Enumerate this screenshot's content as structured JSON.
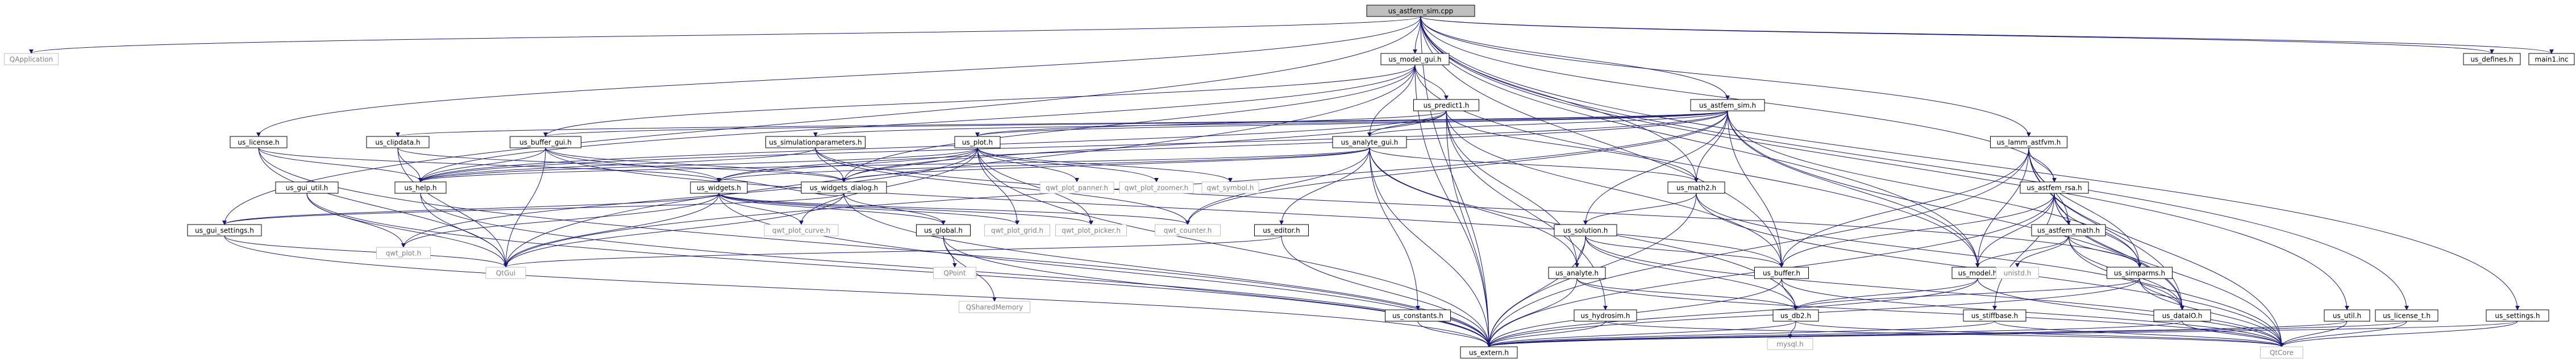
{
  "title": "us_astfem_sim.cpp",
  "colors": {
    "edge": "#191970",
    "root_fill": "#bfbfbf",
    "node_fill": "#ffffff",
    "node_border": "#000000",
    "external_border": "#bfbfbf",
    "external_text": "#7f7f7f"
  },
  "nodes": [
    {
      "id": "root",
      "label": "us_astfem_sim.cpp",
      "kind": "root"
    },
    {
      "id": "qapplication",
      "label": "QApplication",
      "kind": "external"
    },
    {
      "id": "us_model_gui",
      "label": "us_model_gui.h",
      "kind": "local"
    },
    {
      "id": "us_defines",
      "label": "us_defines.h",
      "kind": "local"
    },
    {
      "id": "main1",
      "label": "main1.inc",
      "kind": "local"
    },
    {
      "id": "us_license",
      "label": "us_license.h",
      "kind": "local"
    },
    {
      "id": "us_predict1",
      "label": "us_predict1.h",
      "kind": "local"
    },
    {
      "id": "us_astfem_rsa_sim",
      "label": "us_astfem_sim.h",
      "kind": "local"
    },
    {
      "id": "us_clipdata",
      "label": "us_clipdata.h",
      "kind": "local"
    },
    {
      "id": "us_buffer_gui",
      "label": "us_buffer_gui.h",
      "kind": "local"
    },
    {
      "id": "us_simparams",
      "label": "us_simulationparameters.h",
      "kind": "local"
    },
    {
      "id": "us_plot",
      "label": "us_plot.h",
      "kind": "local"
    },
    {
      "id": "us_analyte_gui",
      "label": "us_analyte_gui.h",
      "kind": "local"
    },
    {
      "id": "us_lamm_astfvm",
      "label": "us_lamm_astfvm.h",
      "kind": "local"
    },
    {
      "id": "us_gui_util",
      "label": "us_gui_util.h",
      "kind": "local"
    },
    {
      "id": "us_help",
      "label": "us_help.h",
      "kind": "local"
    },
    {
      "id": "us_widgets",
      "label": "us_widgets.h",
      "kind": "local"
    },
    {
      "id": "us_widgets_dialog",
      "label": "us_widgets_dialog.h",
      "kind": "local"
    },
    {
      "id": "qwt_plot_panner",
      "label": "qwt_plot_panner.h",
      "kind": "external"
    },
    {
      "id": "qwt_plot_zoomer",
      "label": "qwt_plot_zoomer.h",
      "kind": "external"
    },
    {
      "id": "qwt_symbol",
      "label": "qwt_symbol.h",
      "kind": "external"
    },
    {
      "id": "us_math2",
      "label": "us_math2.h",
      "kind": "local"
    },
    {
      "id": "us_astfem_rsa",
      "label": "us_astfem_rsa.h",
      "kind": "local"
    },
    {
      "id": "us_gui_settings",
      "label": "us_gui_settings.h",
      "kind": "local"
    },
    {
      "id": "qwt_plot",
      "label": "qwt_plot.h",
      "kind": "external"
    },
    {
      "id": "qwt_plot_curve",
      "label": "qwt_plot_curve.h",
      "kind": "external"
    },
    {
      "id": "us_global",
      "label": "us_global.h",
      "kind": "local"
    },
    {
      "id": "qwt_plot_grid",
      "label": "qwt_plot_grid.h",
      "kind": "external"
    },
    {
      "id": "qwt_plot_picker",
      "label": "qwt_plot_picker.h",
      "kind": "external"
    },
    {
      "id": "qwt_counter",
      "label": "qwt_counter.h",
      "kind": "external"
    },
    {
      "id": "us_editor",
      "label": "us_editor.h",
      "kind": "local"
    },
    {
      "id": "us_solution",
      "label": "us_solution.h",
      "kind": "local"
    },
    {
      "id": "us_astfem_math",
      "label": "us_astfem_math.h",
      "kind": "local"
    },
    {
      "id": "qtgui",
      "label": "QtGui",
      "kind": "external"
    },
    {
      "id": "qpoint",
      "label": "QPoint",
      "kind": "external"
    },
    {
      "id": "qsharedmemory",
      "label": "QSharedMemory",
      "kind": "external"
    },
    {
      "id": "us_analyte",
      "label": "us_analyte.h",
      "kind": "local"
    },
    {
      "id": "us_buffer",
      "label": "us_buffer.h",
      "kind": "local"
    },
    {
      "id": "us_model",
      "label": "us_model.h",
      "kind": "local"
    },
    {
      "id": "unistd",
      "label": "unistd.h",
      "kind": "external"
    },
    {
      "id": "us_simparms",
      "label": "us_simparms.h",
      "kind": "local"
    },
    {
      "id": "us_constants",
      "label": "us_constants.h",
      "kind": "local"
    },
    {
      "id": "us_hydrosim",
      "label": "us_hydrosim.h",
      "kind": "local"
    },
    {
      "id": "us_db2",
      "label": "us_db2.h",
      "kind": "local"
    },
    {
      "id": "us_stiffbase",
      "label": "us_stiffbase.h",
      "kind": "local"
    },
    {
      "id": "us_dataio",
      "label": "us_dataIO.h",
      "kind": "local"
    },
    {
      "id": "us_util",
      "label": "us_util.h",
      "kind": "local"
    },
    {
      "id": "us_license_t",
      "label": "us_license_t.h",
      "kind": "local"
    },
    {
      "id": "us_settings",
      "label": "us_settings.h",
      "kind": "local"
    },
    {
      "id": "mysql",
      "label": "mysql.h",
      "kind": "external"
    },
    {
      "id": "us_extern",
      "label": "us_extern.h",
      "kind": "local"
    },
    {
      "id": "qtcore",
      "label": "QtCore",
      "kind": "external"
    }
  ],
  "edges": [
    [
      "root",
      "qapplication"
    ],
    [
      "root",
      "us_model_gui"
    ],
    [
      "root",
      "us_defines"
    ],
    [
      "root",
      "main1"
    ],
    [
      "root",
      "us_license"
    ],
    [
      "root",
      "us_astfem_rsa_sim"
    ],
    [
      "root",
      "us_lamm_astfvm"
    ],
    [
      "root",
      "us_astfem_rsa"
    ],
    [
      "root",
      "us_model"
    ],
    [
      "root",
      "us_math2"
    ],
    [
      "root",
      "us_util"
    ],
    [
      "root",
      "us_settings"
    ],
    [
      "root",
      "us_license_t"
    ],
    [
      "root",
      "us_gui_settings"
    ],
    [
      "root",
      "us_extern"
    ],
    [
      "root",
      "us_buffer"
    ],
    [
      "us_model_gui",
      "us_predict1"
    ],
    [
      "us_model_gui",
      "us_analyte_gui"
    ],
    [
      "us_model_gui",
      "us_widgets_dialog"
    ],
    [
      "us_model_gui",
      "us_help"
    ],
    [
      "us_model_gui",
      "qtgui"
    ],
    [
      "us_model_gui",
      "us_model"
    ],
    [
      "us_model_gui",
      "us_buffer_gui"
    ],
    [
      "us_model_gui",
      "us_extern"
    ],
    [
      "us_license",
      "us_help"
    ],
    [
      "us_license",
      "us_widgets"
    ],
    [
      "us_license",
      "qtgui"
    ],
    [
      "us_license",
      "us_extern"
    ],
    [
      "us_predict1",
      "us_plot"
    ],
    [
      "us_predict1",
      "us_analyte_gui"
    ],
    [
      "us_predict1",
      "us_widgets_dialog"
    ],
    [
      "us_predict1",
      "us_help"
    ],
    [
      "us_predict1",
      "us_math2"
    ],
    [
      "us_predict1",
      "us_hydrosim"
    ],
    [
      "us_predict1",
      "us_buffer"
    ],
    [
      "us_predict1",
      "us_analyte"
    ],
    [
      "us_predict1",
      "us_extern"
    ],
    [
      "us_astfem_rsa_sim",
      "us_clipdata"
    ],
    [
      "us_astfem_rsa_sim",
      "us_buffer_gui"
    ],
    [
      "us_astfem_rsa_sim",
      "us_simparams"
    ],
    [
      "us_astfem_rsa_sim",
      "us_plot"
    ],
    [
      "us_astfem_rsa_sim",
      "us_analyte_gui"
    ],
    [
      "us_astfem_rsa_sim",
      "us_widgets"
    ],
    [
      "us_astfem_rsa_sim",
      "us_help"
    ],
    [
      "us_astfem_rsa_sim",
      "us_math2"
    ],
    [
      "us_astfem_rsa_sim",
      "us_solution"
    ],
    [
      "us_astfem_rsa_sim",
      "us_model"
    ],
    [
      "us_astfem_rsa_sim",
      "us_simparms"
    ],
    [
      "us_astfem_rsa_sim",
      "us_dataio"
    ],
    [
      "us_astfem_rsa_sim",
      "qtgui"
    ],
    [
      "us_astfem_rsa_sim",
      "qwt_counter"
    ],
    [
      "us_astfem_rsa_sim",
      "us_buffer"
    ],
    [
      "us_clipdata",
      "us_widgets_dialog"
    ],
    [
      "us_clipdata",
      "us_help"
    ],
    [
      "us_clipdata",
      "qtgui"
    ],
    [
      "us_buffer_gui",
      "us_widgets"
    ],
    [
      "us_buffer_gui",
      "us_widgets_dialog"
    ],
    [
      "us_buffer_gui",
      "us_help"
    ],
    [
      "us_buffer_gui",
      "us_buffer"
    ],
    [
      "us_buffer_gui",
      "qtgui"
    ],
    [
      "us_simparams",
      "us_widgets_dialog"
    ],
    [
      "us_simparams",
      "us_help"
    ],
    [
      "us_simparams",
      "us_simparms"
    ],
    [
      "us_simparams",
      "qwt_counter"
    ],
    [
      "us_plot",
      "qwt_plot_panner"
    ],
    [
      "us_plot",
      "qwt_plot_zoomer"
    ],
    [
      "us_plot",
      "qwt_symbol"
    ],
    [
      "us_plot",
      "us_widgets"
    ],
    [
      "us_plot",
      "us_widgets_dialog"
    ],
    [
      "us_plot",
      "qwt_plot"
    ],
    [
      "us_plot",
      "qwt_plot_curve"
    ],
    [
      "us_plot",
      "qwt_plot_grid"
    ],
    [
      "us_plot",
      "qwt_plot_picker"
    ],
    [
      "us_plot",
      "us_help"
    ],
    [
      "us_plot",
      "us_extern"
    ],
    [
      "us_analyte_gui",
      "us_widgets"
    ],
    [
      "us_analyte_gui",
      "us_widgets_dialog"
    ],
    [
      "us_analyte_gui",
      "us_help"
    ],
    [
      "us_analyte_gui",
      "us_editor"
    ],
    [
      "us_analyte_gui",
      "us_math2"
    ],
    [
      "us_analyte_gui",
      "us_constants"
    ],
    [
      "us_analyte_gui",
      "us_analyte"
    ],
    [
      "us_analyte_gui",
      "us_db2"
    ],
    [
      "us_analyte_gui",
      "qwt_counter"
    ],
    [
      "us_analyte_gui",
      "us_extern"
    ],
    [
      "us_lamm_astfvm",
      "us_astfem_rsa"
    ],
    [
      "us_lamm_astfvm",
      "us_model"
    ],
    [
      "us_lamm_astfvm",
      "us_simparms"
    ],
    [
      "us_lamm_astfvm",
      "us_dataio"
    ],
    [
      "us_lamm_astfvm",
      "us_buffer"
    ],
    [
      "us_lamm_astfvm",
      "us_astfem_math"
    ],
    [
      "us_lamm_astfvm",
      "qtcore"
    ],
    [
      "us_lamm_astfvm",
      "us_extern"
    ],
    [
      "us_gui_util",
      "qwt_plot"
    ],
    [
      "us_gui_util",
      "qtgui"
    ],
    [
      "us_gui_util",
      "us_extern"
    ],
    [
      "us_help",
      "qtgui"
    ],
    [
      "us_help",
      "us_extern"
    ],
    [
      "us_widgets",
      "us_gui_settings"
    ],
    [
      "us_widgets",
      "qwt_plot"
    ],
    [
      "us_widgets",
      "qwt_plot_curve"
    ],
    [
      "us_widgets",
      "us_global"
    ],
    [
      "us_widgets",
      "qwt_plot_grid"
    ],
    [
      "us_widgets",
      "qwt_plot_picker"
    ],
    [
      "us_widgets",
      "qwt_counter"
    ],
    [
      "us_widgets",
      "qtgui"
    ],
    [
      "us_widgets",
      "us_extern"
    ],
    [
      "us_widgets_dialog",
      "us_widgets"
    ],
    [
      "us_widgets_dialog",
      "us_gui_settings"
    ],
    [
      "us_widgets_dialog",
      "us_global"
    ],
    [
      "us_widgets_dialog",
      "qtgui"
    ],
    [
      "us_widgets_dialog",
      "us_extern"
    ],
    [
      "us_math2",
      "us_solution"
    ],
    [
      "us_math2",
      "us_dataio"
    ],
    [
      "us_math2",
      "us_extern"
    ],
    [
      "us_math2",
      "qtcore"
    ],
    [
      "us_astfem_rsa",
      "us_astfem_math"
    ],
    [
      "us_astfem_rsa",
      "us_model"
    ],
    [
      "us_astfem_rsa",
      "us_simparms"
    ],
    [
      "us_astfem_rsa",
      "us_stiffbase"
    ],
    [
      "us_astfem_rsa",
      "us_dataio"
    ],
    [
      "us_astfem_rsa",
      "us_buffer"
    ],
    [
      "us_astfem_rsa",
      "qtcore"
    ],
    [
      "us_astfem_rsa",
      "us_extern"
    ],
    [
      "us_gui_settings",
      "qtgui"
    ],
    [
      "us_gui_settings",
      "us_extern"
    ],
    [
      "us_global",
      "qpoint"
    ],
    [
      "us_global",
      "qsharedmemory"
    ],
    [
      "us_global",
      "us_extern"
    ],
    [
      "us_editor",
      "qtgui"
    ],
    [
      "us_editor",
      "us_extern"
    ],
    [
      "us_solution",
      "us_analyte"
    ],
    [
      "us_solution",
      "us_buffer"
    ],
    [
      "us_solution",
      "us_db2"
    ],
    [
      "us_solution",
      "us_extern"
    ],
    [
      "us_solution",
      "qtcore"
    ],
    [
      "us_astfem_math",
      "unistd"
    ],
    [
      "us_astfem_math",
      "us_simparms"
    ],
    [
      "us_astfem_math",
      "us_model"
    ],
    [
      "us_astfem_math",
      "us_dataio"
    ],
    [
      "us_astfem_math",
      "qtcore"
    ],
    [
      "us_analyte",
      "us_db2"
    ],
    [
      "us_analyte",
      "us_extern"
    ],
    [
      "us_analyte",
      "qtcore"
    ],
    [
      "us_buffer",
      "us_db2"
    ],
    [
      "us_buffer",
      "us_extern"
    ],
    [
      "us_buffer",
      "qtcore"
    ],
    [
      "us_model",
      "us_db2"
    ],
    [
      "us_model",
      "us_extern"
    ],
    [
      "us_model",
      "qtcore"
    ],
    [
      "us_simparms",
      "us_db2"
    ],
    [
      "us_simparms",
      "us_dataio"
    ],
    [
      "us_simparms",
      "us_extern"
    ],
    [
      "us_simparms",
      "qtcore"
    ],
    [
      "us_constants",
      "us_extern"
    ],
    [
      "us_hydrosim",
      "us_extern"
    ],
    [
      "us_hydrosim",
      "qtcore"
    ],
    [
      "us_db2",
      "mysql"
    ],
    [
      "us_db2",
      "us_extern"
    ],
    [
      "us_db2",
      "qtcore"
    ],
    [
      "us_stiffbase",
      "us_extern"
    ],
    [
      "us_stiffbase",
      "qtcore"
    ],
    [
      "us_dataio",
      "us_extern"
    ],
    [
      "us_dataio",
      "qtcore"
    ],
    [
      "us_util",
      "us_extern"
    ],
    [
      "us_util",
      "qtcore"
    ],
    [
      "us_license_t",
      "us_extern"
    ],
    [
      "us_license_t",
      "qtcore"
    ],
    [
      "us_settings",
      "us_extern"
    ],
    [
      "us_settings",
      "qtcore"
    ]
  ]
}
